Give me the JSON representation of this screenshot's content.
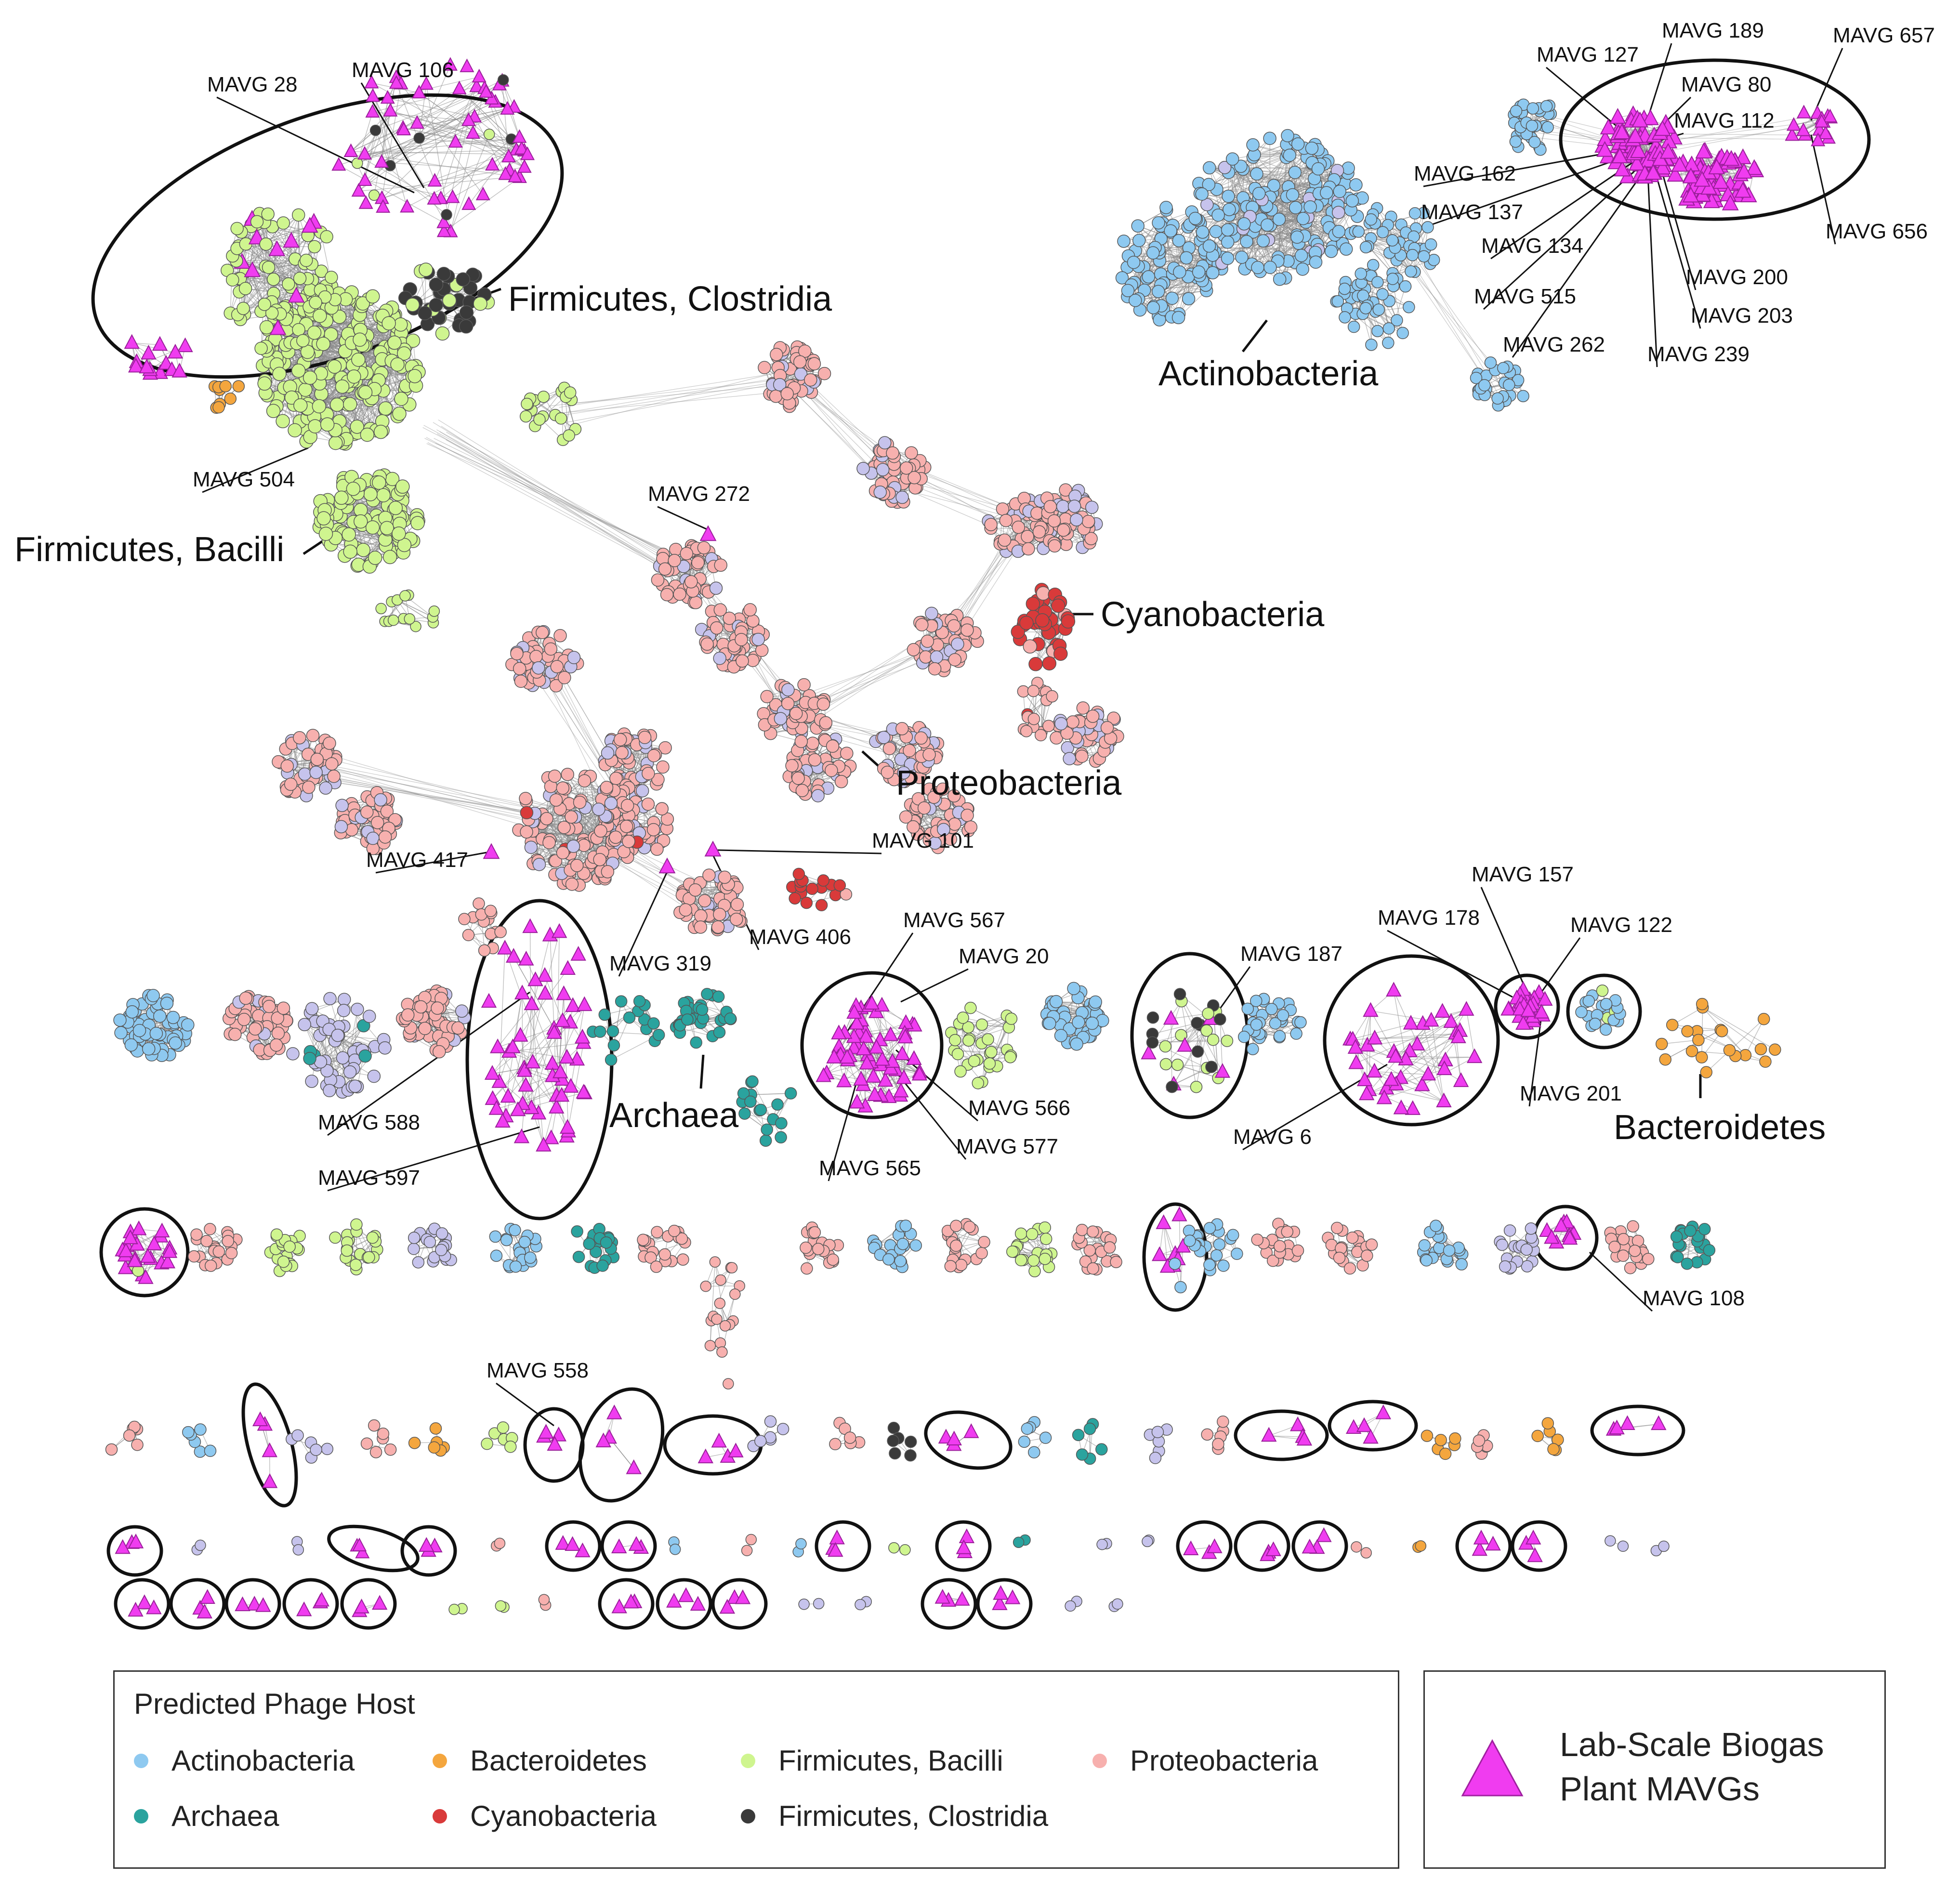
{
  "colors": {
    "Actinobacteria": "#8ec9f0",
    "Archaea": "#2aa39e",
    "Bacteroidetes": "#f4a63e",
    "Cyanobacteria": "#d93a3a",
    "Firmicutes, Bacilli": "#cff58f",
    "Firmicutes, Clostridia": "#3a3a3a",
    "Proteobacteria": "#f7b0ae",
    "Other": "#c6c3ec",
    "MAVG": "#f03cf0",
    "edge": "#8a8a8a"
  },
  "group_labels": [
    "Firmicutes, Clostridia",
    "Firmicutes, Bacilli",
    "Actinobacteria",
    "Cyanobacteria",
    "Proteobacteria",
    "Archaea",
    "Bacteroidetes"
  ],
  "mavg_labels": [
    "MAVG 28",
    "MAVG 106",
    "MAVG 504",
    "MAVG 272",
    "MAVG 127",
    "MAVG 189",
    "MAVG 657",
    "MAVG 80",
    "MAVG 112",
    "MAVG 162",
    "MAVG 137",
    "MAVG 134",
    "MAVG 515",
    "MAVG 262",
    "MAVG 200",
    "MAVG 203",
    "MAVG 239",
    "MAVG 656",
    "MAVG 417",
    "MAVG 101",
    "MAVG 406",
    "MAVG 319",
    "MAVG 567",
    "MAVG 20",
    "MAVG 566",
    "MAVG 577",
    "MAVG 565",
    "MAVG 588",
    "MAVG 597",
    "MAVG 187",
    "MAVG 6",
    "MAVG 157",
    "MAVG 178",
    "MAVG 122",
    "MAVG 201",
    "MAVG 108",
    "MAVG 558"
  ],
  "legend": {
    "title": "Predicted Phage Host",
    "items": [
      {
        "label": "Actinobacteria",
        "color": "#8ec9f0"
      },
      {
        "label": "Bacteroidetes",
        "color": "#f4a63e"
      },
      {
        "label": "Firmicutes, Bacilli",
        "color": "#cff58f"
      },
      {
        "label": "Proteobacteria",
        "color": "#f7b0ae"
      },
      {
        "label": "Archaea",
        "color": "#2aa39e"
      },
      {
        "label": "Cyanobacteria",
        "color": "#d93a3a"
      },
      {
        "label": "Firmicutes, Clostridia",
        "color": "#3a3a3a"
      }
    ],
    "mavg_line1": "Lab-Scale Biogas",
    "mavg_line2": "Plant MAVGs"
  }
}
